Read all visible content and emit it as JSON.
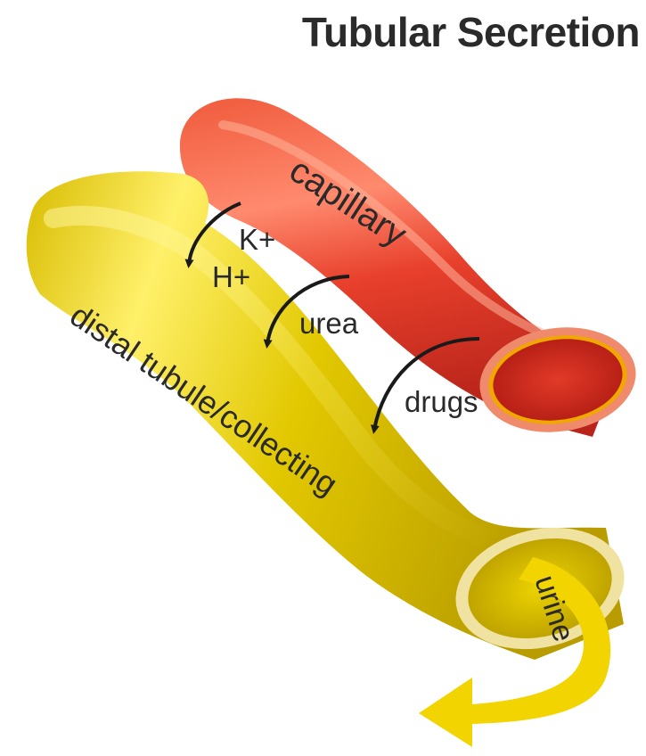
{
  "title": "Tubular Secretion",
  "labels": {
    "capillary": "capillary",
    "tubule": "distal tubule/collecting",
    "urine": "urine"
  },
  "substances": {
    "k": "K+",
    "h": "H+",
    "urea": "urea",
    "drugs": "drugs"
  },
  "colors": {
    "capillary": "#e8402c",
    "capillary_dark": "#b8241a",
    "capillary_light": "#ff8a6e",
    "tubule": "#e2c800",
    "tubule_dark": "#b89c00",
    "tubule_light": "#fff06a",
    "text": "#2a2a2a"
  }
}
